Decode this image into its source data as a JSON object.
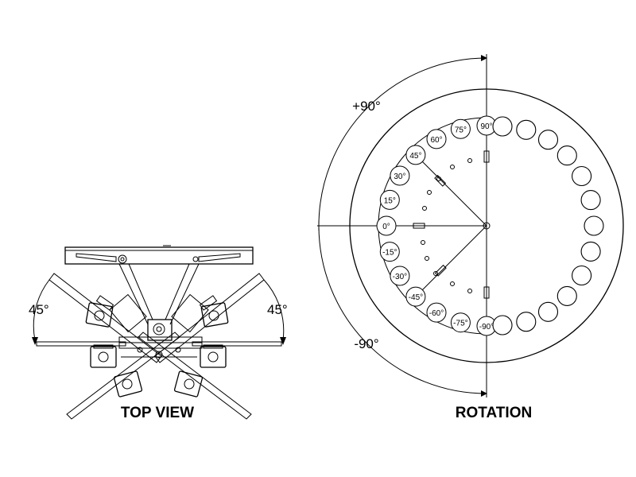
{
  "top_view": {
    "title": "TOP VIEW",
    "left_angle": "45°",
    "right_angle": "45°"
  },
  "rotation": {
    "title": "ROTATION",
    "plus_label": "+90°",
    "minus_label": "-90°",
    "angles": [
      90,
      75,
      60,
      45,
      30,
      15,
      0,
      -15,
      -30,
      -45,
      -60,
      -75,
      -90
    ],
    "angle_labels": [
      "90°",
      "75°",
      "60°",
      "45°",
      "30°",
      "15°",
      "0°",
      "-15°",
      "-30°",
      "-45°",
      "-60°",
      "-75°",
      "-90°"
    ],
    "hole_count": 13
  }
}
